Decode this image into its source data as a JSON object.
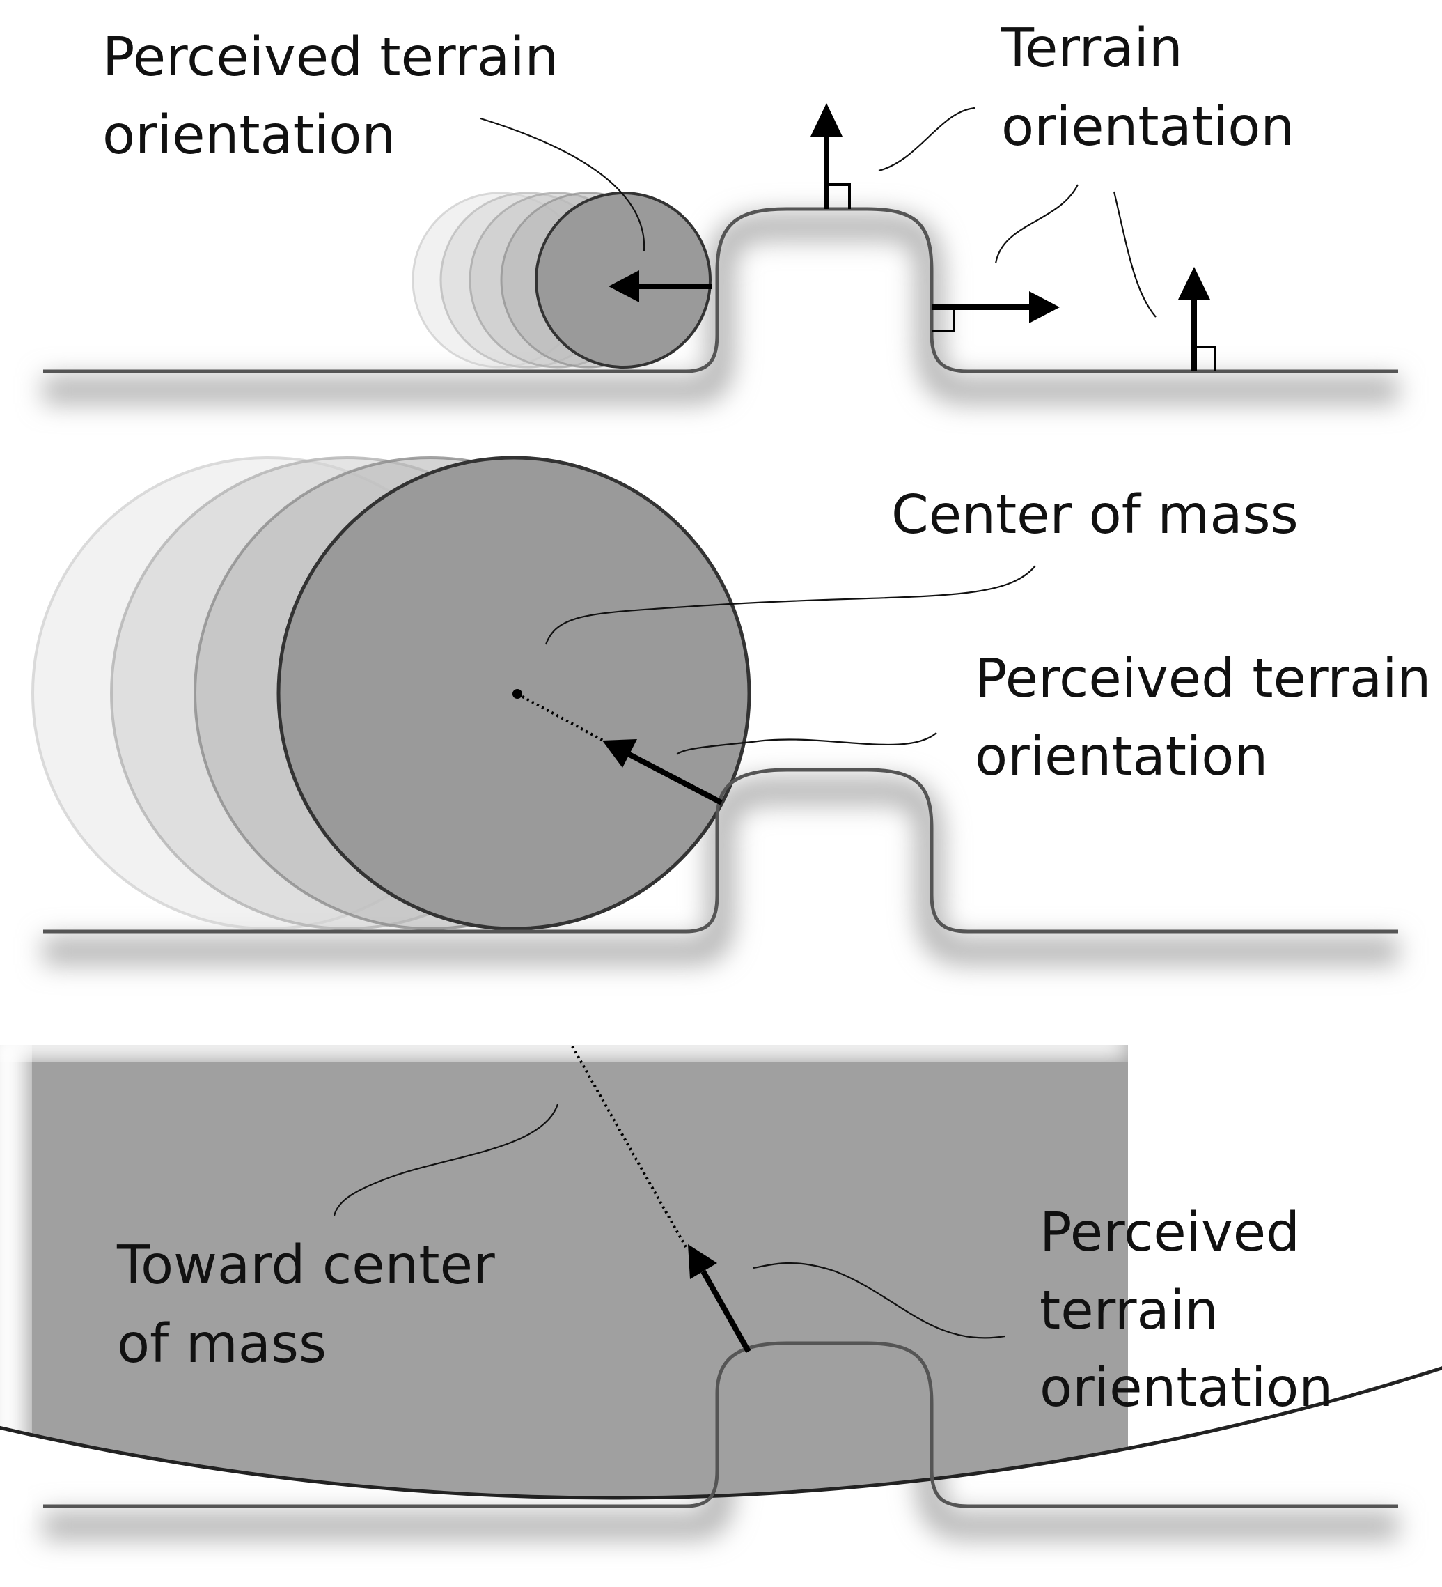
{
  "panels": {
    "top": {
      "perceived_label": [
        "Perceived terrain",
        "orientation"
      ],
      "terrain_label": [
        "Terrain",
        "orientation"
      ]
    },
    "middle": {
      "center_label": [
        "Center of mass"
      ],
      "perceived_label": [
        "Perceived terrain",
        "orientation"
      ]
    },
    "bottom": {
      "toward_label": [
        "Toward center",
        "of mass"
      ],
      "perceived_label": [
        "Perceived",
        "terrain",
        "orientation"
      ]
    }
  },
  "colors": {
    "ground_line": "#555555",
    "ground_shadow": "#b5b5b5",
    "wheel_fill": "#9a9a9a",
    "wheel_stroke": "#333333",
    "arrow": "#000000"
  }
}
